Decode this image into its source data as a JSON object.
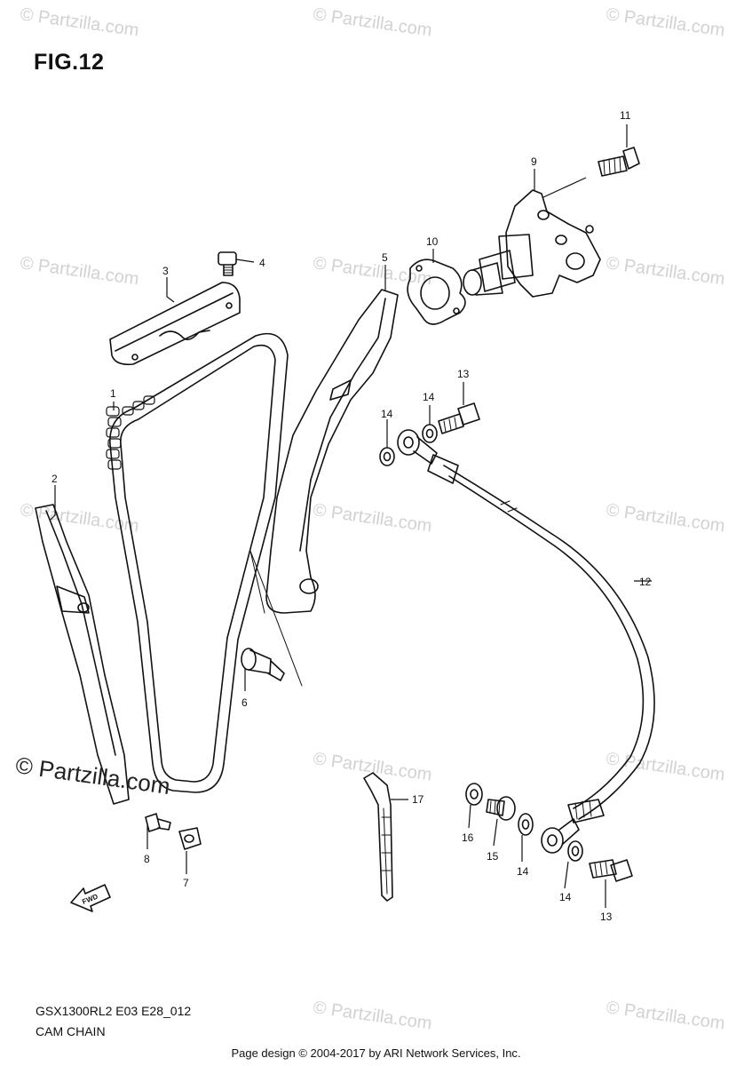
{
  "figure": {
    "title": "FIG.12",
    "code": "GSX1300RL2 E03 E28_012",
    "name": "CAM CHAIN"
  },
  "callouts": [
    {
      "id": "c1",
      "label": "1"
    },
    {
      "id": "c2",
      "label": "2"
    },
    {
      "id": "c3",
      "label": "3"
    },
    {
      "id": "c4",
      "label": "4"
    },
    {
      "id": "c5",
      "label": "5"
    },
    {
      "id": "c6",
      "label": "6"
    },
    {
      "id": "c7",
      "label": "7"
    },
    {
      "id": "c8",
      "label": "8"
    },
    {
      "id": "c9",
      "label": "9"
    },
    {
      "id": "c10",
      "label": "10"
    },
    {
      "id": "c11",
      "label": "11"
    },
    {
      "id": "c12",
      "label": "12"
    },
    {
      "id": "c13a",
      "label": "13"
    },
    {
      "id": "c13b",
      "label": "13"
    },
    {
      "id": "c14a",
      "label": "14"
    },
    {
      "id": "c14b",
      "label": "14"
    },
    {
      "id": "c14c",
      "label": "14"
    },
    {
      "id": "c14d",
      "label": "14"
    },
    {
      "id": "c15",
      "label": "15"
    },
    {
      "id": "c16",
      "label": "16"
    },
    {
      "id": "c17",
      "label": "17"
    }
  ],
  "fwd_label": "FWD",
  "watermark": {
    "text": "© Partzilla.com",
    "color": "#d2d2d2"
  },
  "footer": "Page design © 2004-2017 by ARI Network Services, Inc."
}
